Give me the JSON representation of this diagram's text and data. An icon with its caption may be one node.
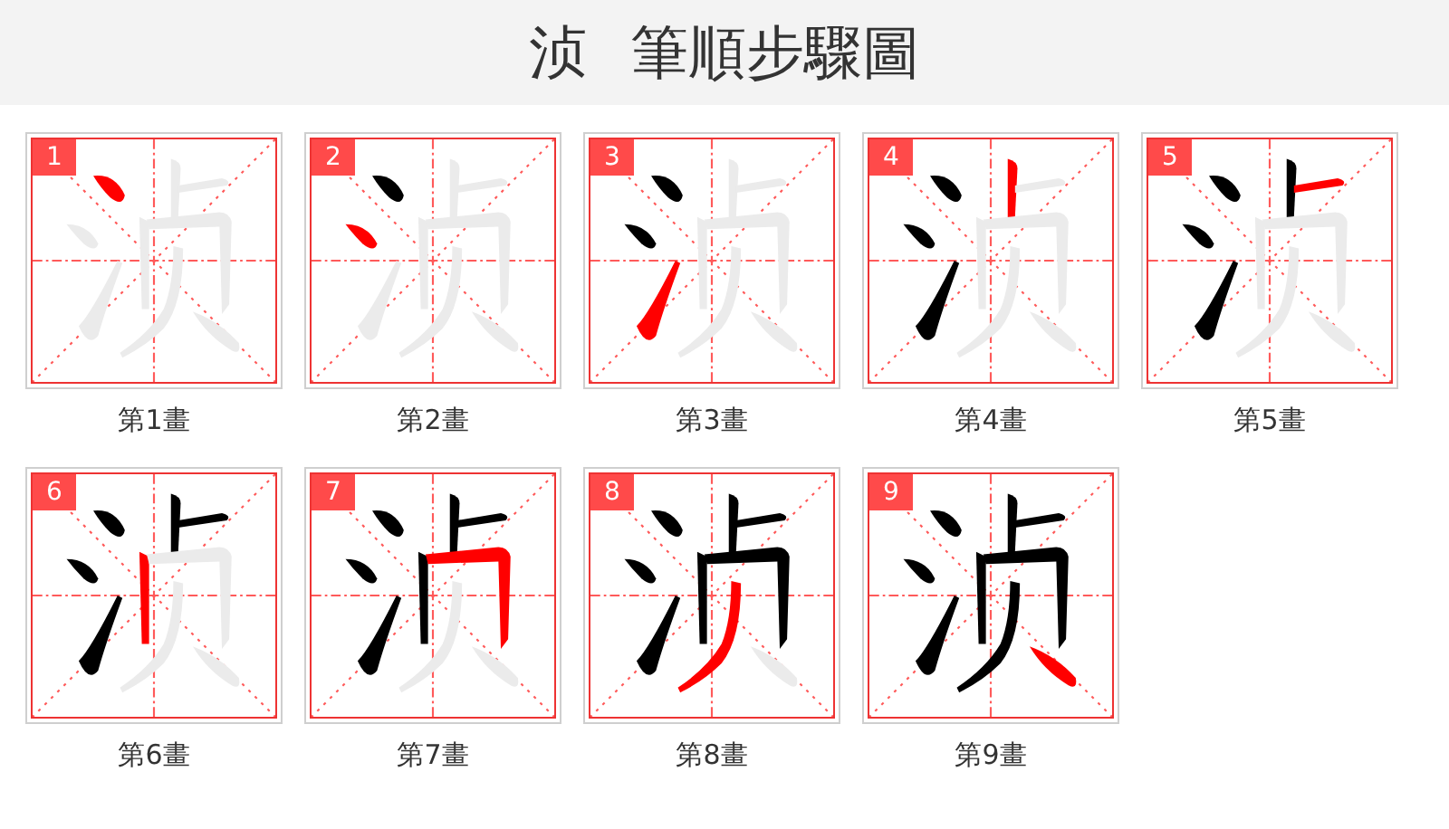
{
  "diagram": {
    "title": "浈 筆順步驟圖",
    "nodes": [
      {
        "text": [
          "1"
        ],
        "beside": [
          "第1畫"
        ]
      },
      {
        "text": [
          "2"
        ],
        "beside": [
          "第2畫"
        ]
      },
      {
        "text": [
          "3"
        ],
        "beside": [
          "第3畫"
        ]
      },
      {
        "text": [
          "4"
        ],
        "beside": [
          "第4畫"
        ]
      },
      {
        "text": [
          "5"
        ],
        "beside": [
          "第5畫"
        ]
      },
      {
        "text": [
          "6"
        ],
        "beside": [
          "第6畫"
        ]
      },
      {
        "text": [
          "7"
        ],
        "beside": [
          "第7畫"
        ]
      },
      {
        "text": [
          "8"
        ],
        "beside": [
          "第8畫"
        ]
      },
      {
        "text": [
          "9"
        ],
        "beside": [
          "第9畫"
        ]
      }
    ]
  }
}
